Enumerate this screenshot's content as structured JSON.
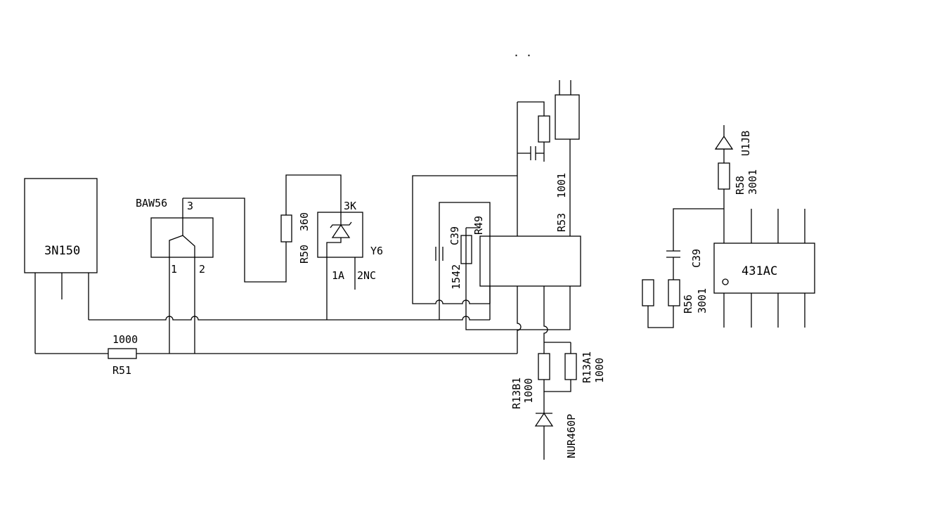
{
  "labels": {
    "u_3n150": "3N150",
    "baw56": "BAW56",
    "baw56_pin3": "3",
    "baw56_pin1": "1",
    "baw56_pin2": "2",
    "r51_value": "1000",
    "r51_name": "R51",
    "r50_name": "R50",
    "r50_value": "360",
    "y6_pin3": "3K",
    "y6_name": "Y6",
    "y6_pin1": "1A",
    "y6_pin2": "2NC",
    "c39_left": "C39",
    "r49": "R49",
    "val_1542": "1542",
    "r53_name": "R53",
    "r53_value": "1001",
    "r13b1_name": "R13B1",
    "r13b1_value": "1000",
    "r13a1_name": "R13A1",
    "r13a1_value": "1000",
    "nur460p": "NUR460P",
    "u1jb": "U1JB",
    "r58_name": "R58",
    "r58_value": "3001",
    "c39_right": "C39",
    "r56_name": "R56",
    "r56_value": "3001",
    "u_431ac": "431AC",
    "top_dots": ". ."
  }
}
